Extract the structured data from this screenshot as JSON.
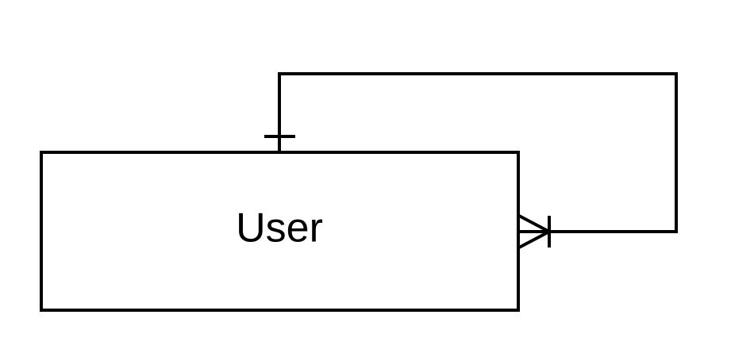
{
  "diagram": {
    "type": "entity-relationship",
    "entities": [
      {
        "id": "user",
        "label": "User"
      }
    ],
    "relationships": [
      {
        "from": "user",
        "to": "user",
        "self_referencing": true,
        "from_cardinality": "one",
        "to_cardinality": "one-or-many"
      }
    ],
    "colors": {
      "stroke": "#000000",
      "background": "#ffffff",
      "entity_fill": "#ffffff"
    }
  }
}
